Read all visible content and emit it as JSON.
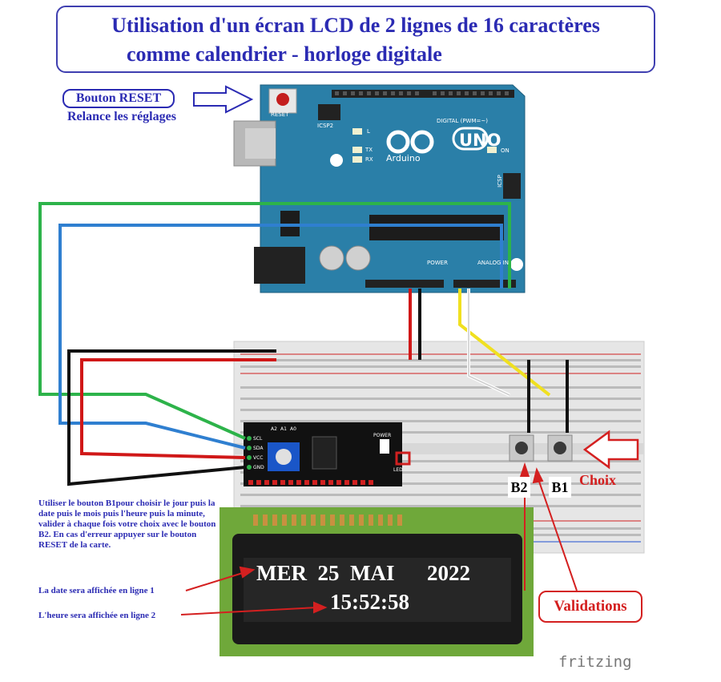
{
  "title": {
    "line1": "Utilisation d'un écran LCD de 2 lignes de 16 caractères",
    "line2": "comme calendrier - horloge digitale"
  },
  "reset_note": {
    "label": "Bouton RESET",
    "sublabel": "Relance les réglages"
  },
  "arduino": {
    "brand": "Arduino",
    "model": "UNO",
    "reset_pin_label": "RESET",
    "icsp2": "ICSP2",
    "icsp": "ICSP",
    "on_label": "ON",
    "l_label": "L",
    "tx_label": "TX",
    "rx_label": "RX",
    "digital_label": "DIGITAL (PWM=~)",
    "power_label": "POWER",
    "analog_label": "ANALOG IN"
  },
  "i2c_module": {
    "pins": [
      "SCL",
      "SDA",
      "VCC",
      "GND"
    ],
    "addr_pins": [
      "A2",
      "A1",
      "A0"
    ],
    "power_label": "POWER",
    "led_label": "LED"
  },
  "buttons": {
    "b2": "B2",
    "b1": "B1",
    "choix": "Choix",
    "validations": "Validations"
  },
  "instructions": "Utiliser le bouton B1pour choisir le jour puis la date puis le mois puis l'heure puis la minute, valider à chaque fois votre choix avec le bouton B2. En cas d'erreur appuyer sur le bouton RESET de la carte.",
  "line1_note": "La date sera affichée en ligne 1",
  "line2_note": "L'heure sera affichée en ligne 2",
  "lcd": {
    "line1": "MER  25  MAI      2022",
    "line2": "15:52:58"
  },
  "footer": "fritzing",
  "colors": {
    "title_blue": "#2b2bb3",
    "board_blue": "#2a7fa8",
    "red": "#d42020",
    "wire_green": "#2db34a",
    "wire_blue": "#2f7fd0",
    "wire_red": "#d01818",
    "wire_black": "#111111",
    "wire_yellow": "#f0e020",
    "lcd_green": "#6fa83a"
  }
}
